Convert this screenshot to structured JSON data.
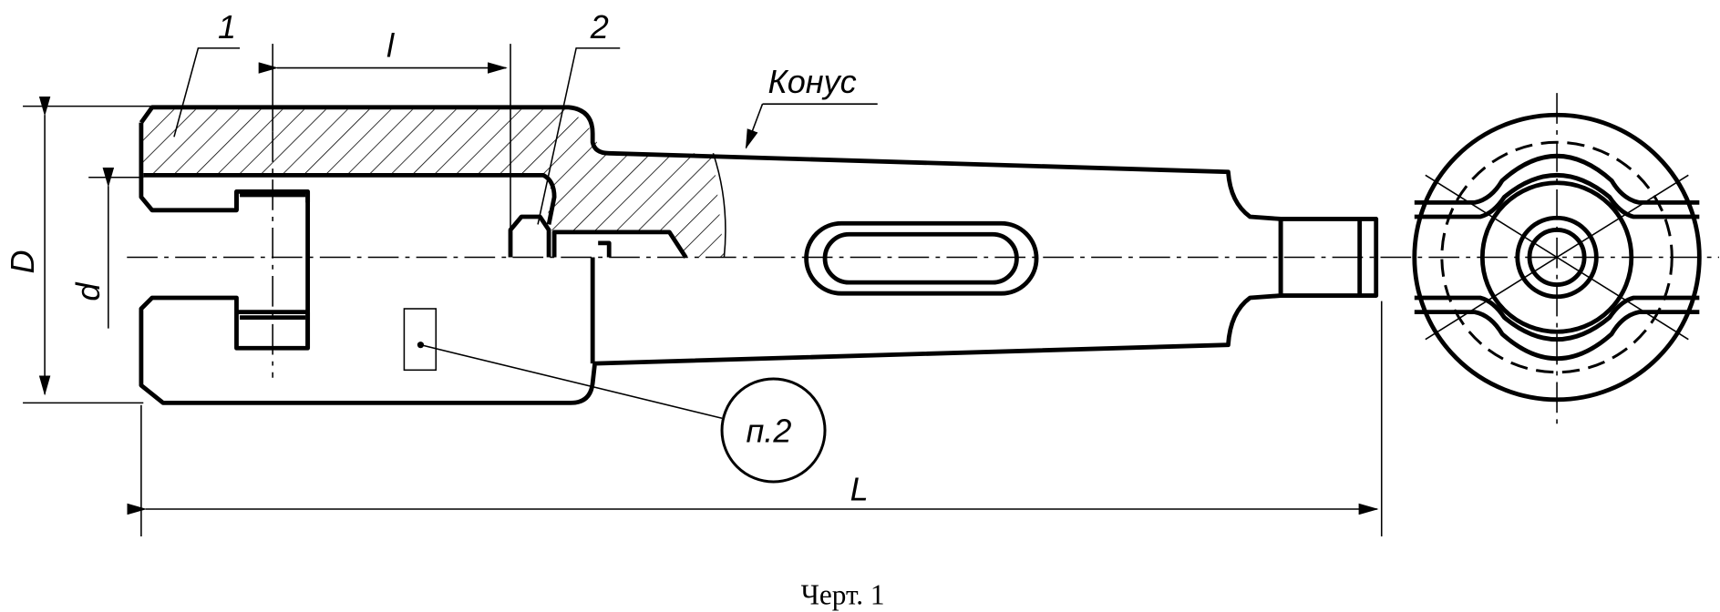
{
  "labels": {
    "part1": "1",
    "part2": "2",
    "dim_l": "l",
    "cone": "Конус",
    "dim_D": "D",
    "dim_d": "d",
    "note": "п.2",
    "dim_L": "L"
  },
  "caption": "Черт. 1"
}
